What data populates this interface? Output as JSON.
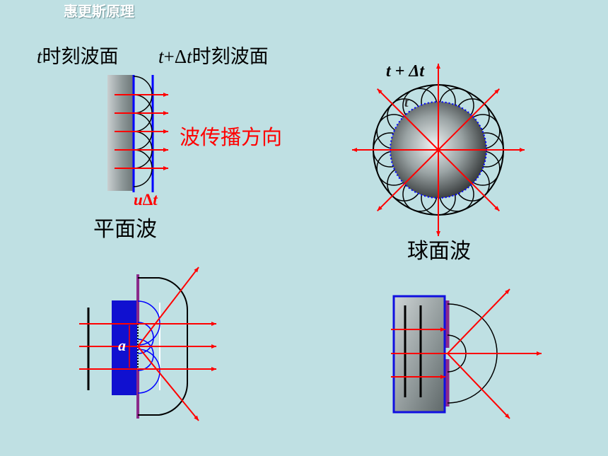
{
  "title": "惠更斯原理",
  "plane": {
    "t_var": "t",
    "t_caption": "时刻波面",
    "tdt_var": "t",
    "tdt_plus": "+Δ",
    "tdt_var2": "t",
    "tdt_caption": "时刻波面",
    "direction": "波传播方向",
    "udt_u": "u",
    "udt_delta": "Δ",
    "udt_t": "t",
    "name": "平面波"
  },
  "spherical": {
    "label_tdt": "t + Δt",
    "label_t": "t",
    "name": "球面波"
  },
  "slit": {
    "width_label": "a"
  },
  "colors": {
    "background": "#bfe0e3",
    "ray": "#ff0000",
    "wavefront": "#0000ff",
    "wavelet": "#000000",
    "barrier": "#8a2a8a",
    "wall": "#1010d0"
  }
}
